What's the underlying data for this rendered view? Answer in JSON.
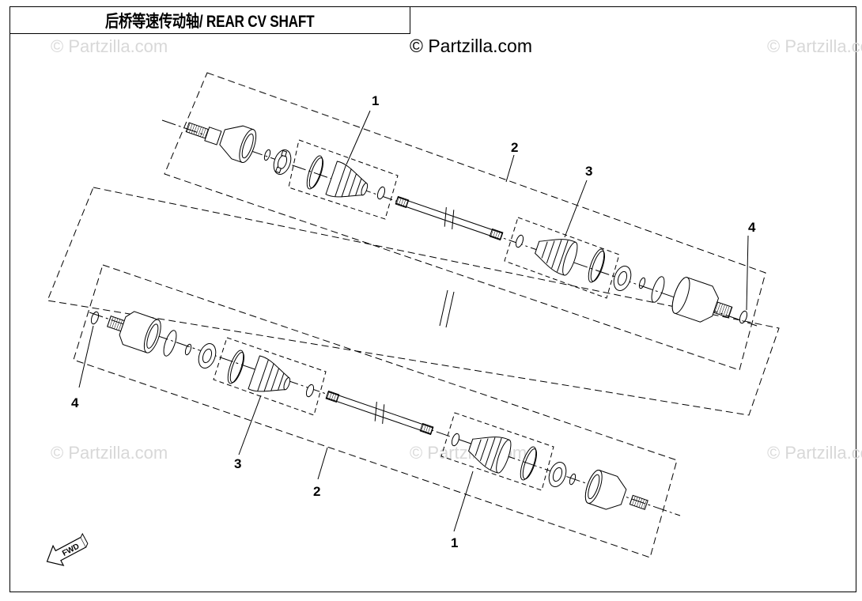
{
  "title": "后桥等速传动轴/ REAR CV SHAFT",
  "copyright": "© Partzilla.com",
  "watermarks": [
    "© Partzilla.com",
    "© Partzilla.com",
    "© Partzilla.com",
    "© Partzilla.com",
    "© Partzilla.com",
    "© Partzilla.com"
  ],
  "callouts": {
    "upper_1": "1",
    "upper_2": "2",
    "upper_3": "3",
    "upper_4": "4",
    "lower_1": "1",
    "lower_2": "2",
    "lower_3": "3",
    "lower_4": "4"
  },
  "fwd_label": "FWD",
  "colors": {
    "line": "#000000",
    "watermark": "#d8d8d8"
  }
}
